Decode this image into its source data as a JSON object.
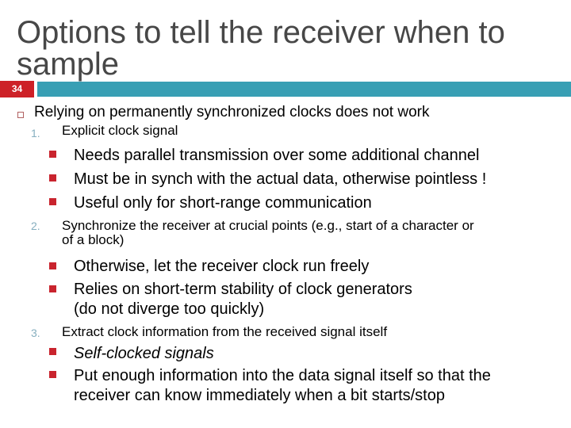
{
  "header": {
    "title_line1": "Options to tell the receiver when to",
    "title_line2": "sample",
    "page_number": "34"
  },
  "colors": {
    "accent_bar_teal": "#389FB4",
    "page_number_red": "#CD2127",
    "sub_bullet_red": "#C9242E",
    "level1_bullet_outline": "#B06060",
    "number_label_blue": "#86AFBF",
    "title_gray": "#474747",
    "body_text": "#000000"
  },
  "body": {
    "intro": "Relying on permanently synchronized clocks does not work",
    "option1": {
      "number": "1.",
      "label": "Explicit clock signal",
      "sub1": "Needs parallel transmission over some additional channel",
      "sub2": "Must be in synch with the actual data, otherwise pointless !",
      "sub3": "Useful only for short-range communication"
    },
    "option2": {
      "number": "2.",
      "label_line1": "Synchronize the receiver at crucial points (e.g., start of a character or",
      "label_line2": "of a block)",
      "sub1": "Otherwise, let the receiver clock run freely",
      "sub2_line1": "Relies on short-term stability of clock generators",
      "sub2_line2": "(do not diverge too quickly)"
    },
    "option3": {
      "number": "3.",
      "label": "Extract clock information from the received signal itself",
      "sub1": "Self-clocked signals",
      "sub2_line1": "Put enough information into the data signal itself so that the",
      "sub2_line2": "receiver can know immediately when a bit starts/stop"
    }
  }
}
